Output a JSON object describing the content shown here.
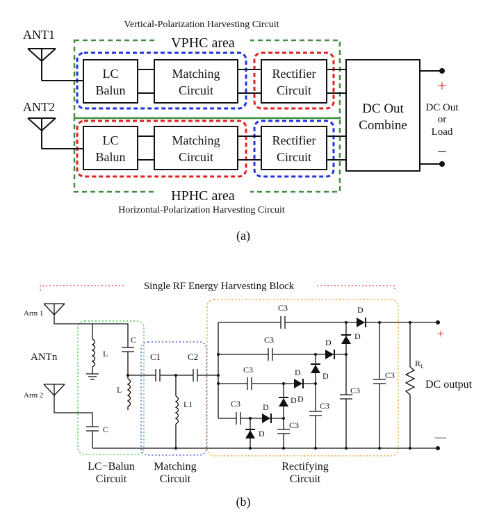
{
  "part_a": {
    "top_caption": "Vertical-Polarization Harvesting Circuit",
    "vphc_label": "VPHC area",
    "hphc_label": "HPHC area",
    "bottom_caption": "Horizontal-Polarization Harvesting Circuit",
    "ant1": "ANT1",
    "ant2": "ANT2",
    "lc_balun": [
      "LC",
      "Balun"
    ],
    "matching": [
      "Matching",
      "Circuit"
    ],
    "rectifier": [
      "Rectifier",
      "Circuit"
    ],
    "combine": [
      "DC Out",
      "Combine"
    ],
    "output": [
      "DC Out",
      "or",
      "Load"
    ],
    "plus": "+",
    "minus": "−",
    "subfig": "(a)"
  },
  "part_b": {
    "block_title": "Single RF Energy Harvesting Block",
    "arm1": "Arm 1",
    "arm2": "Arm 2",
    "antn": "ANTn",
    "L": "L",
    "C": "C",
    "C1": "C1",
    "C2": "C2",
    "L1": "L1",
    "C3": "C3",
    "D": "D",
    "RL_main": "R",
    "RL_sub": "L",
    "dc_output": "DC output",
    "plus": "+",
    "minus": "—",
    "lc_label": [
      "LC−Balun",
      "Circuit"
    ],
    "match_label": [
      "Matching",
      "Circuit"
    ],
    "rect_label": [
      "Rectifying",
      "Circuit"
    ],
    "subfig": "(b)"
  },
  "colors": {
    "green": "#3f8f3f",
    "blue": "#2233dd",
    "red": "#dd2222",
    "orange": "#f0a030",
    "light_green": "#44cc44",
    "light_blue": "#5566dd",
    "light_red": "#ee5555"
  }
}
